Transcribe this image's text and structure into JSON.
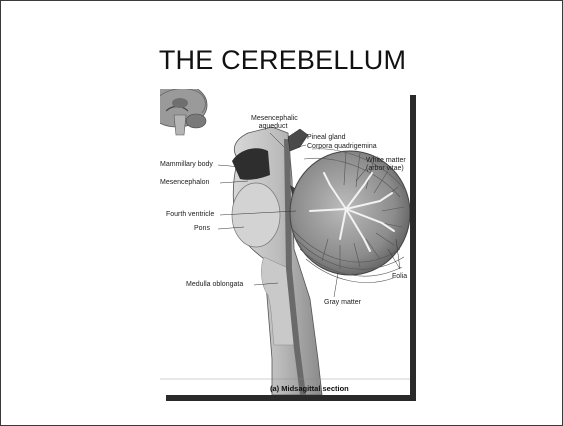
{
  "slide": {
    "title": "THE CEREBELLUM"
  },
  "figure": {
    "labels": {
      "mesencephalic_aqueduct_1": "Mesencephalic",
      "mesencephalic_aqueduct_2": "aqueduct",
      "pineal_gland": "Pineal gland",
      "corpora_quadrigemina": "Corpora quadrigemina",
      "mammillary_body": "Mammillary body",
      "mesencephalon": "Mesencephalon",
      "white_matter_1": "White matter",
      "white_matter_2": "(arbor vitae)",
      "fourth_ventricle": "Fourth ventricle",
      "pons": "Pons",
      "medulla_oblongata": "Medulla oblongata",
      "folia": "Folia",
      "gray_matter": "Gray matter"
    },
    "caption": "(a) Midsagittal section"
  }
}
